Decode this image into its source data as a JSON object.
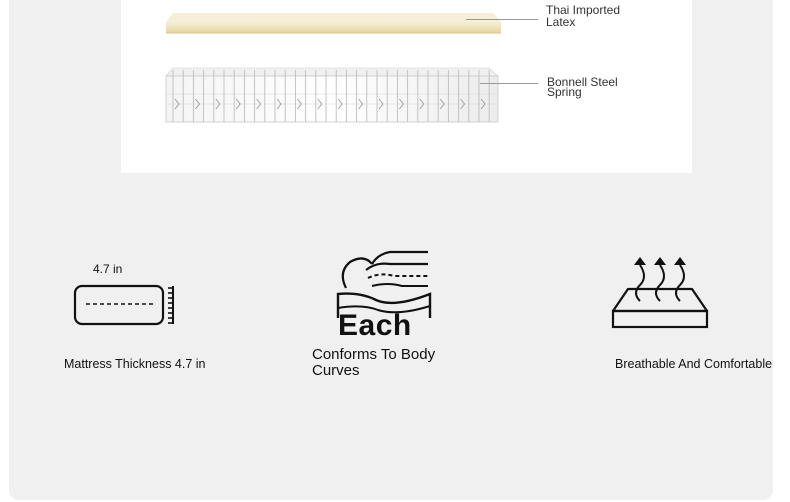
{
  "diagram": {
    "layers": [
      {
        "line1": "Thai Imported",
        "line2": "Latex"
      },
      {
        "line1": "Bonnell Steel",
        "line2": "Spring"
      }
    ]
  },
  "features": [
    {
      "icon": "mattress-thickness-icon",
      "tag": "4.7 in",
      "label": "Mattress Thickness 4.7 in"
    },
    {
      "icon": "body-curve-icon",
      "heading": "Each",
      "label_line1": "Conforms To Body",
      "label_line2": "Curves"
    },
    {
      "icon": "breathable-icon",
      "label": "Breathable And Comfortable"
    }
  ],
  "colors": {
    "panel": "#f0f0f0",
    "latex": "#efe3bd",
    "spring": "#d8d8d8",
    "icon": "#111111"
  }
}
